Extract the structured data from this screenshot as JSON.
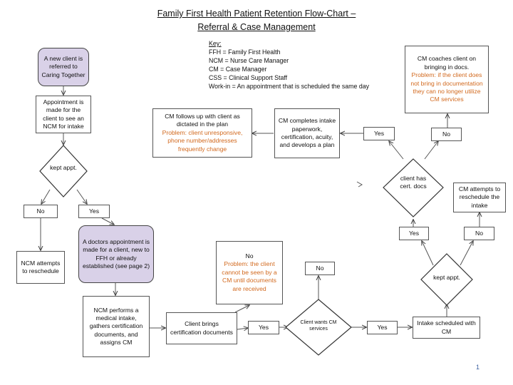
{
  "title": {
    "line1": "Family First Health Patient Retention Flow-Chart –",
    "line2": "Referral & Case Management"
  },
  "key": {
    "heading": "Key:",
    "items": [
      "FFH = Family First Health",
      "NCM = Nurse Care Manager",
      "CM = Case Manager",
      "CSS = Clinical Support Staff",
      "Work-in = An appointment that is scheduled the same day"
    ]
  },
  "nodes": {
    "new_client": "A new client is referred to Caring Together",
    "appointment": "Appointment is made for the client to see an NCM for intake",
    "kept_appt_1": "kept appt.",
    "no_1": "No",
    "yes_1": "Yes",
    "ncm_reschedule": "NCM attempts to reschedule",
    "doctors_appt": "A doctors appointment is made for a client, new to FFH or already established (see page 2)",
    "ncm_performs": "NCM performs a medical intake, gathers certification documents, and assigns CM",
    "client_brings": "Client brings certification documents",
    "yes_2": "Yes",
    "no_css_label": "No",
    "no_css_problem": "Problem: the client cannot be seen by a CM until documents are received",
    "client_wants": "Client wants CM services",
    "no_3": "No",
    "yes_3": "Yes",
    "intake_scheduled": "Intake scheduled with CM",
    "kept_appt_2": "kept appt.",
    "yes_4": "Yes",
    "no_4": "No",
    "cm_reschedule": "CM attempts to reschedule the intake",
    "client_has_docs": "client has cert. docs",
    "yes_5": "Yes",
    "no_5": "No",
    "cm_coaches_text": "CM coaches client on bringing in docs.",
    "cm_coaches_problem": "Problem: if the client does not bring in documentation they can no longer utilize CM services",
    "cm_completes": "CM completes intake paperwork, certification, acuity, and develops a plan",
    "cm_follows_text": "CM follows up with client as dictated in the plan",
    "cm_follows_problem": "Problem: client unresponsive, phone number/addresses frequently change"
  },
  "page_number": "1",
  "colors": {
    "problem_text": "#d2691e",
    "start_fill": "#d9d1e8",
    "page_number": "#3a5fa0"
  }
}
